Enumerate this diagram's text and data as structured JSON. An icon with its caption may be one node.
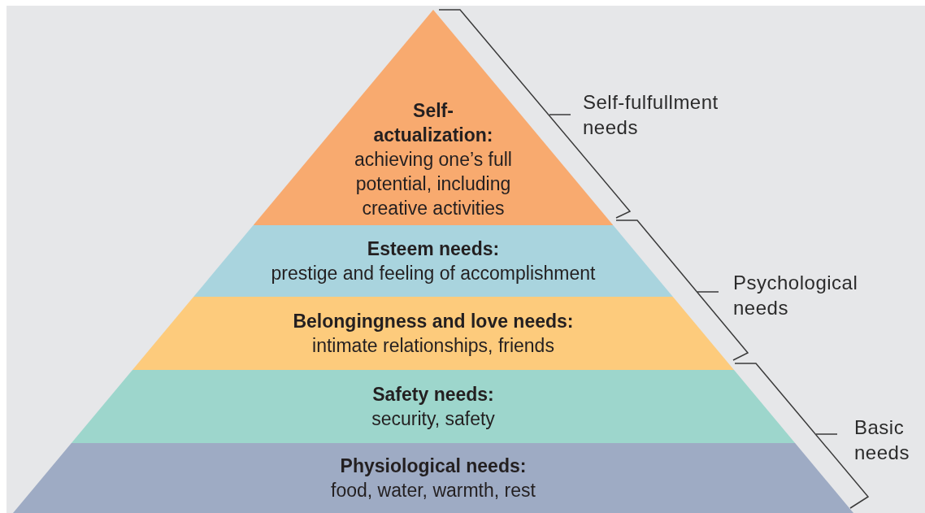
{
  "diagram": {
    "nodes": [
      {
        "text": [
          "Self-actualization:",
          "achieving one’s full potential, including creative activities"
        ]
      },
      {
        "text": [
          "Esteem needs:",
          "prestige and feeling of accomplishment"
        ]
      },
      {
        "text": [
          "Belongingness and love needs:",
          "intimate relationships, friends"
        ]
      },
      {
        "text": [
          "Safety needs:",
          "security, safety"
        ]
      },
      {
        "text": [
          "Physiological needs:",
          "food, water, warmth, rest"
        ]
      }
    ],
    "labels": [
      "Self-fulfullment needs",
      "Psychological needs",
      "Basic needs"
    ]
  }
}
